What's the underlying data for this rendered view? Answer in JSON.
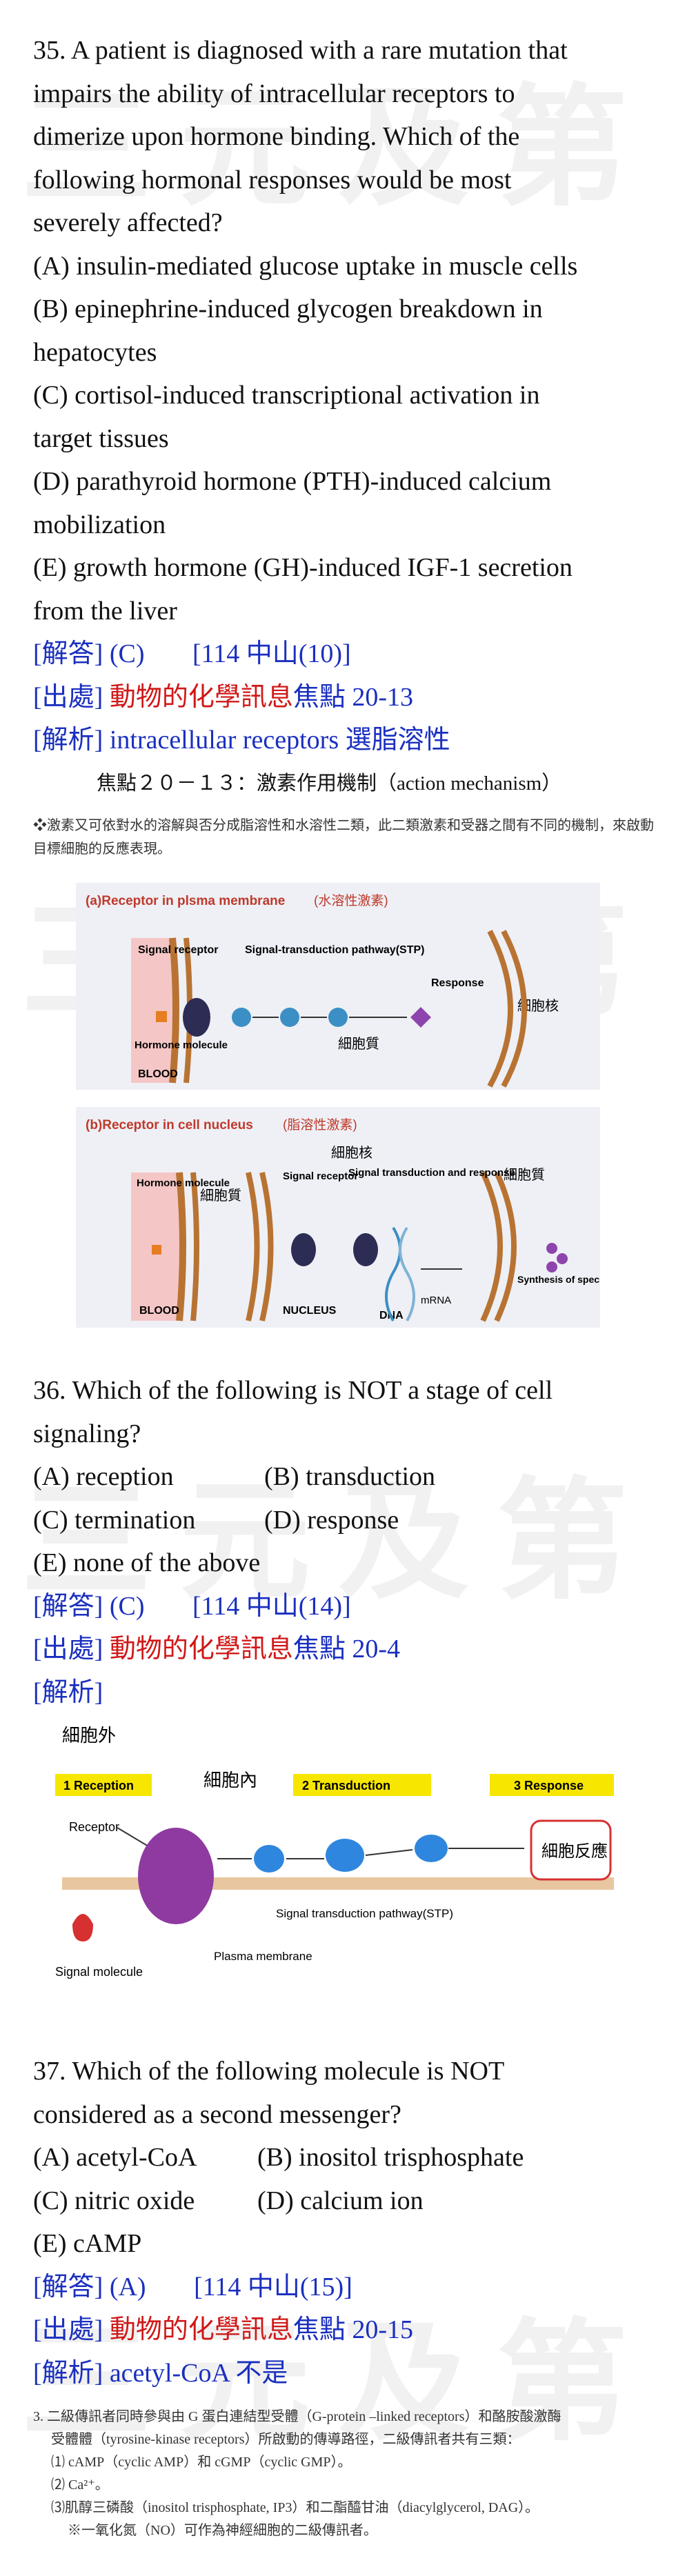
{
  "watermark": "三元及第",
  "q35": {
    "lines": [
      "35. A patient is diagnosed with a rare mutation that",
      "impairs the ability of intracellular receptors to",
      "dimerize upon hormone binding. Which of the",
      "following hormonal responses would be most",
      "severely affected?",
      "(A) insulin-mediated glucose uptake in muscle cells",
      "(B) epinephrine-induced glycogen breakdown in",
      "hepatocytes",
      "(C) cortisol-induced transcriptional activation in",
      "target tissues",
      "(D) parathyroid hormone (PTH)-induced calcium",
      "mobilization",
      "(E) growth hormone (GH)-induced IGF-1 secretion",
      "from the liver"
    ],
    "answer_tag": "[解答]",
    "answer": "(C)",
    "answer_src": "[114 中山(10)]",
    "source_tag": "[出處]",
    "source_red": "動物的化學訊息",
    "source_blue": "焦點 20-13",
    "explain_tag": "[解析]",
    "explain": "intracellular receptors 選脂溶性",
    "heading": "焦點２０－１３：激素作用機制（action mechanism）",
    "note": "❖激素又可依對水的溶解與否分成脂溶性和水溶性二類，此二類激素和受器之間有不同的機制，來啟動目標細胞的反應表現。",
    "fig": {
      "a_title": "(a)Receptor in plsma membrane",
      "a_title_cn": "(水溶性激素)",
      "signal_receptor": "Signal receptor",
      "stp": "Signal-transduction pathway(STP)",
      "response": "Response",
      "nucleus_cn": "細胞核",
      "cytoplasm_cn": "細胞質",
      "hormone_molecule": "Hormone molecule",
      "blood": "BLOOD",
      "b_title": "(b)Receptor in cell nucleus",
      "b_title_cn": "(脂溶性激素)",
      "b_hormone": "Hormone molecule",
      "b_cytoplasm_cn": "細胞質",
      "b_nucleus_cn": "細胞核",
      "b_signal_receptor": "Signal receptor",
      "b_stp": "Signal transduction and response",
      "b_cytoplasm_cn2": "細胞質",
      "b_blood": "BLOOD",
      "b_nucleus": "NUCLEUS",
      "b_dna": "DNA",
      "b_mrna": "mRNA",
      "b_synthesis": "Synthesis of specific proteins"
    }
  },
  "q36": {
    "lines": [
      "36. Which of the following is NOT a stage of cell",
      "signaling?"
    ],
    "options": [
      [
        "(A) reception",
        "(B) transduction"
      ],
      [
        "(C) termination",
        "(D) response"
      ],
      [
        "(E) none of the above"
      ]
    ],
    "answer_tag": "[解答]",
    "answer": "(C)",
    "answer_src": "[114 中山(14)]",
    "source_tag": "[出處]",
    "source_red": "動物的化學訊息",
    "source_blue": "焦點 20-4",
    "explain_tag": "[解析]",
    "fig": {
      "outside": "細胞外",
      "inside": "細胞內",
      "step1": "1  Reception",
      "step2": "2  Transduction",
      "step3": "3  Response",
      "receptor": "Receptor",
      "stp": "Signal transduction pathway(STP)",
      "signal_molecule": "Signal molecule",
      "plasma_membrane": "Plasma membrane",
      "response_box": "細胞反應"
    }
  },
  "q37": {
    "lines": [
      "37. Which of the following molecule is NOT",
      "considered as a second messenger?"
    ],
    "options": [
      [
        "(A) acetyl-CoA",
        "(B) inositol trisphosphate"
      ],
      [
        "(C) nitric oxide",
        "(D) calcium ion"
      ],
      [
        "(E) cAMP"
      ]
    ],
    "answer_tag": "[解答]",
    "answer": "(A)",
    "answer_src": "[114 中山(15)]",
    "source_tag": "[出處]",
    "source_red": "動物的化學訊息",
    "source_blue": "焦點 20-15",
    "explain_tag": "[解析]",
    "explain": "acetyl-CoA 不是",
    "notes": [
      "3. 二級傳訊者同時參與由 G 蛋白連結型受體（G-protein –linked receptors）和酪胺酸激酶",
      "受體體（tyrosine-kinase receptors）所啟動的傳導路徑，二級傳訊者共有三類：",
      "⑴ cAMP（cyclic AMP）和 cGMP（cyclic GMP）。",
      "⑵ Ca²⁺。",
      "⑶肌醇三磷酸（inositol trisphosphate, IP3）和二酯醯甘油（diacylglycerol, DAG）。",
      "※一氧化氮（NO）可作為神經細胞的二級傳訊者。"
    ]
  }
}
